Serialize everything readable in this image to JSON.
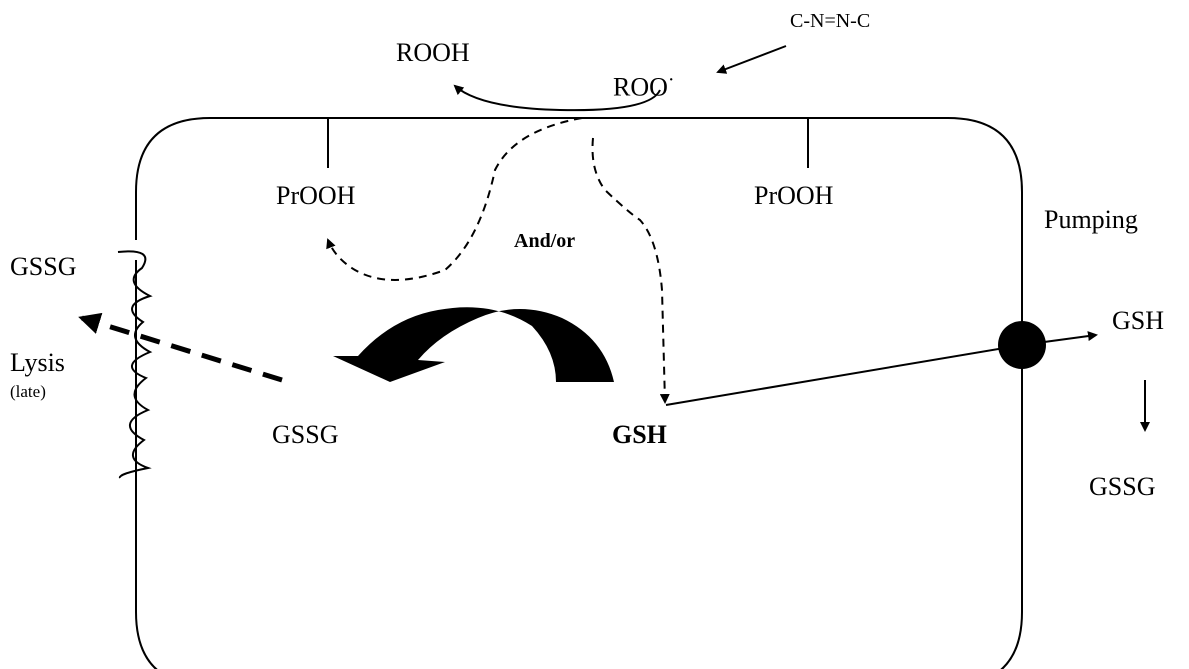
{
  "labels": {
    "azo": "C-N=N-C",
    "rooh": "ROOH",
    "roo": "ROO",
    "roo_dot": "·",
    "prooh_left": "PrOOH",
    "prooh_right": "PrOOH",
    "and_or": "And/or",
    "pumping": "Pumping",
    "gssg_out_left": "GSSG",
    "lysis": "Lysis",
    "late": "(late)",
    "gssg_inner": "GSSG",
    "gsh_inner": "GSH",
    "gsh_out": "GSH",
    "gssg_out_right": "GSSG"
  },
  "colors": {
    "ink": "#000000",
    "background": "#ffffff"
  }
}
